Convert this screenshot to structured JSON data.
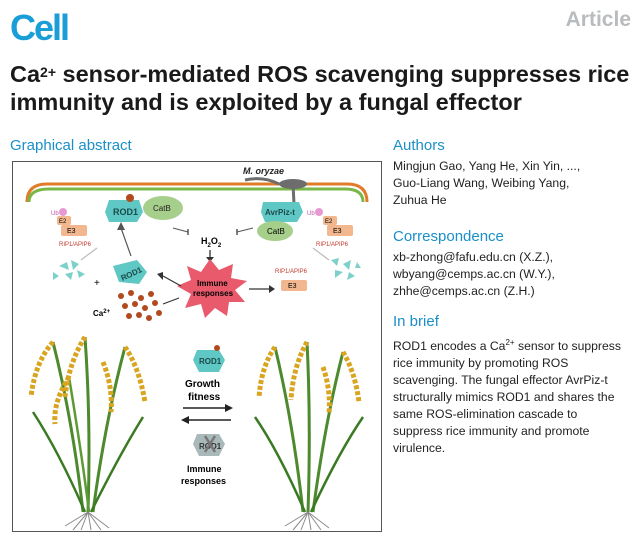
{
  "header": {
    "logo": "Cell",
    "article_type": "Article"
  },
  "title": {
    "ca": "Ca",
    "sup": "2+",
    "rest": " sensor-mediated ROS scavenging suppresses rice immunity and is exploited by a fungal effector"
  },
  "graphical_abstract": {
    "heading": "Graphical abstract",
    "labels": {
      "m_oryzae": "M. oryzae",
      "rod1": "ROD1",
      "catb": "CatB",
      "avrpiz": "AvrPiz-t",
      "ub": "Ub",
      "e2": "E2",
      "e3": "E3",
      "rip1": "RIP1/APIP6",
      "h2o2": "H",
      "h2o2_sub": "2",
      "h2o2_o": "O",
      "immune": "Immune",
      "responses": "responses",
      "ca2": "Ca",
      "ca2_sup": "2+",
      "plus": "+",
      "growth": "Growth",
      "fitness": "fitness",
      "immune_resp_1": "Immune",
      "immune_resp_2": "responses"
    }
  },
  "authors": {
    "heading": "Authors",
    "lines": [
      "Mingjun Gao, Yang He, Xin Yin, ...,",
      "Guo-Liang Wang, Weibing Yang,",
      "Zuhua He"
    ]
  },
  "correspondence": {
    "heading": "Correspondence",
    "lines": [
      "xb-zhong@fafu.edu.cn (X.Z.),",
      "wbyang@cemps.ac.cn (W.Y.),",
      "zhhe@cemps.ac.cn (Z.H.)"
    ]
  },
  "in_brief": {
    "heading": "In brief",
    "line1_a": "ROD1 encodes a Ca",
    "line1_sup": "2+",
    "line1_b": " sensor to suppress",
    "lines": [
      "rice immunity by promoting ROS",
      "scavenging. The fungal effector AvrPiz-t",
      "structurally mimics ROD1 and shares the",
      "same ROS-elimination cascade to",
      "suppress rice immunity and promote",
      "virulence."
    ]
  }
}
